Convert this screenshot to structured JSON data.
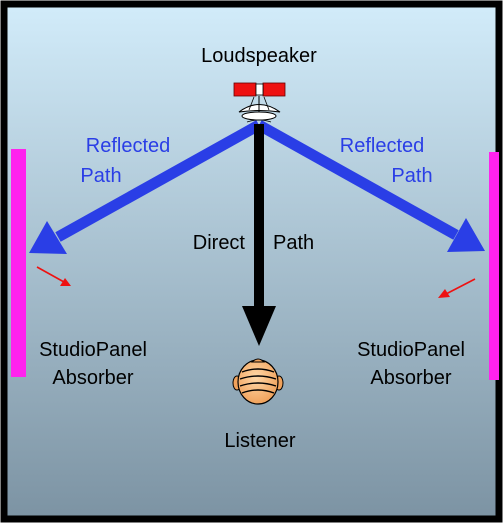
{
  "labels": {
    "loudspeaker": "Loudspeaker",
    "reflected_left_line1": "Reflected",
    "reflected_left_line2": "Path",
    "reflected_right_line1": "Reflected",
    "reflected_right_line2": "Path",
    "direct_word1": "Direct",
    "direct_word2": "Path",
    "absorber_left_line1": "StudioPanel",
    "absorber_left_line2": "Absorber",
    "absorber_right_line1": "StudioPanel",
    "absorber_right_line2": "Absorber",
    "listener": "Listener"
  },
  "colors": {
    "frame": "#000000",
    "background_top": "#cfe9f8",
    "background_bottom": "#7f97a7",
    "reflected_path": "#2a3ee6",
    "reflected_text": "#2a3ee6",
    "direct_path": "#000000",
    "absorber_panel": "#ff22ee",
    "reflection_arrow": "#ee1111",
    "speaker_red": "#ee1111",
    "text": "#000000"
  }
}
